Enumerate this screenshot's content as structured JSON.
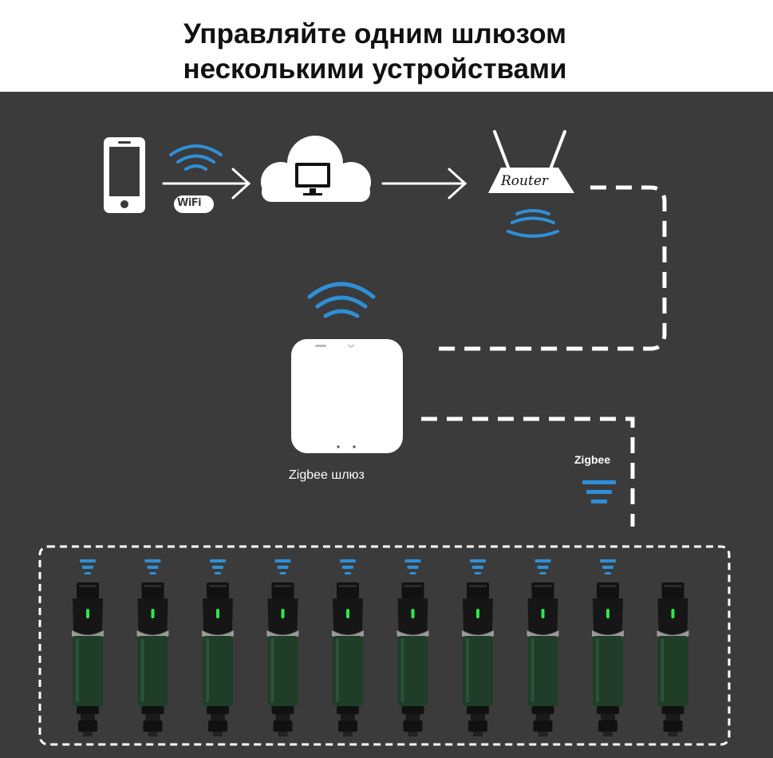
{
  "title": {
    "line1": "Управляйте одним шлюзом",
    "line2": "несколькими устройствами"
  },
  "wifi_badge": "WiFi",
  "router_label": "Router",
  "gateway_label": "Zigbee шлюз",
  "zigbee_label": "Zigbee",
  "device_count": 10,
  "devices_with_signal": 9,
  "colors": {
    "background": "#3b3b3b",
    "signal_blue": "#2f8fd8",
    "device_green": "#1f3d28",
    "led_green": "#2ee84a"
  },
  "icons": [
    "smartphone-icon",
    "wifi-signal-icon",
    "cloud-icon",
    "monitor-icon",
    "router-icon",
    "gateway-icon",
    "zigbee-signal-icon",
    "water-valve-icon"
  ]
}
